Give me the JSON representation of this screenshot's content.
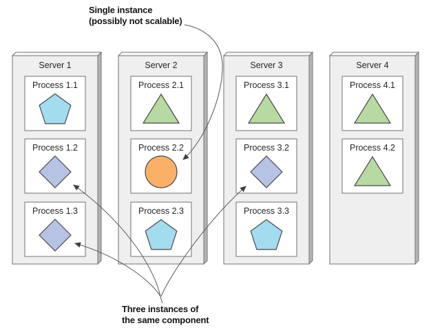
{
  "annotations": {
    "single_instance": {
      "line1": "Single instance",
      "line2": "(possibly not scalable)",
      "target": "Process 2.2"
    },
    "three_instances": {
      "line1": "Three instances of",
      "line2": "the same component",
      "targets": [
        "Process 1.2",
        "Process 1.3",
        "Process 3.2"
      ]
    }
  },
  "servers": [
    {
      "label": "Server 1",
      "processes": [
        {
          "label": "Process 1.1",
          "shape": "pentagon"
        },
        {
          "label": "Process 1.2",
          "shape": "diamond"
        },
        {
          "label": "Process 1.3",
          "shape": "diamond"
        }
      ]
    },
    {
      "label": "Server 2",
      "processes": [
        {
          "label": "Process 2.1",
          "shape": "triangle"
        },
        {
          "label": "Process 2.2",
          "shape": "circle"
        },
        {
          "label": "Process 2.3",
          "shape": "pentagon"
        }
      ]
    },
    {
      "label": "Server 3",
      "processes": [
        {
          "label": "Process 3.1",
          "shape": "triangle"
        },
        {
          "label": "Process 3.2",
          "shape": "diamond"
        },
        {
          "label": "Process 3.3",
          "shape": "pentagon"
        }
      ]
    },
    {
      "label": "Server 4",
      "processes": [
        {
          "label": "Process 4.1",
          "shape": "triangle"
        },
        {
          "label": "Process 4.2",
          "shape": "triangle"
        }
      ]
    }
  ],
  "shape_colors": {
    "pentagon": "#a3dcee",
    "triangle": "#b7daa2",
    "diamond": "#b6c3e5",
    "circle": "#fab167"
  },
  "colors": {
    "server_fill": "#efefef",
    "server_top_fill": "#f7f7f7",
    "server_side_fill": "#b5b5b5",
    "server_stroke": "#727272",
    "process_fill": "#ffffff",
    "process_stroke": "#727272",
    "shape_stroke": "#474747",
    "arrow": "#565656",
    "arrow_head": "#3f3f3f",
    "label_text": "#262626",
    "annotation_text": "#141414"
  }
}
